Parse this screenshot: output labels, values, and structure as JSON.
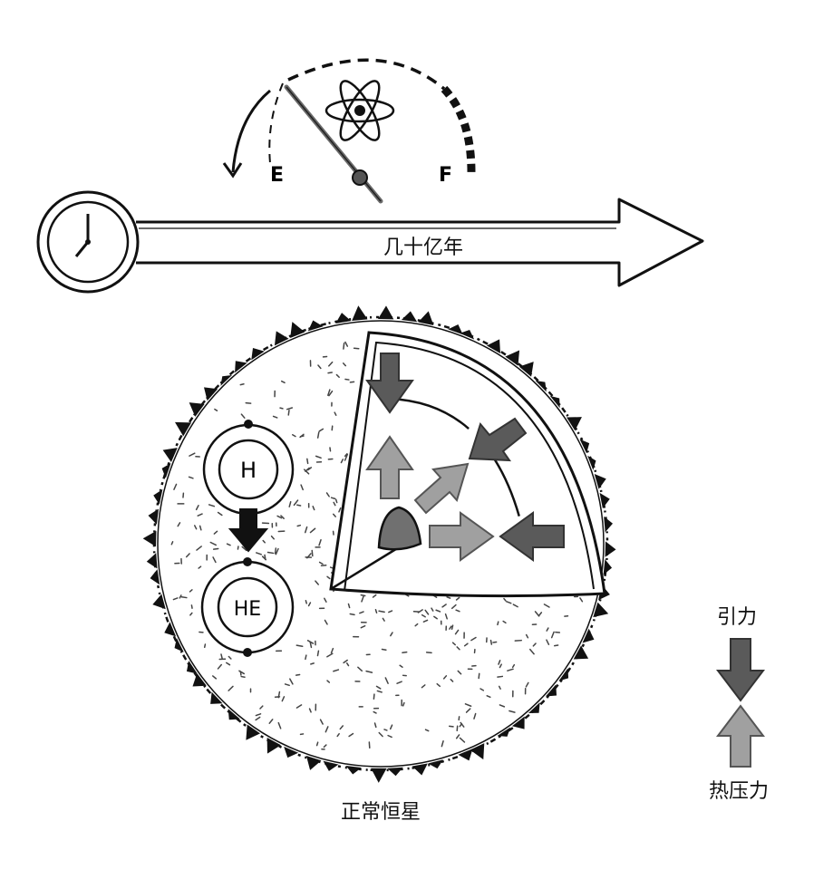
{
  "gauge": {
    "empty_label": "E",
    "full_label": "F",
    "icon": "atom-icon"
  },
  "timeline": {
    "label": "几十亿年",
    "icon": "clock-icon"
  },
  "fusion": {
    "input": "H",
    "output": "HE"
  },
  "star": {
    "caption": "正常恒星"
  },
  "legend": {
    "gravity": "引力",
    "pressure": "热压力"
  },
  "colors": {
    "gravity": "#5a5a5a",
    "pressure": "#9a9a9a",
    "ink": "#111111",
    "core": "#707070"
  }
}
